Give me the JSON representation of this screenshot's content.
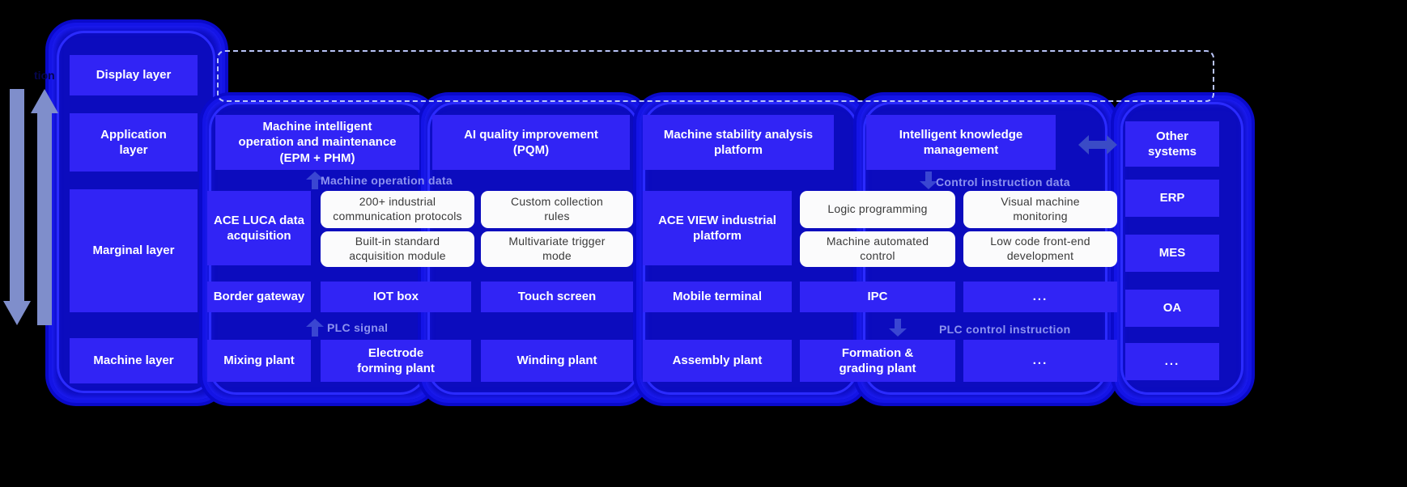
{
  "colors": {
    "background": "#000000",
    "cell_blue": "#3124f5",
    "shell_blue": "#0c0cbe",
    "shell_border": "#1414e6",
    "cell_white": "#fbfbfc",
    "band_label": "#8d93ef",
    "arrow_grey_blue": "#7f8ecb",
    "dashed_border": "#b9c4f7"
  },
  "left_axis": {
    "up_arrow_name": "up-flow-arrow",
    "down_arrow_name": "down-flow-arrow",
    "clipped_label": "tion"
  },
  "layers": [
    {
      "id": "display",
      "label": "Display layer"
    },
    {
      "id": "application",
      "label": "Application\nlayer"
    },
    {
      "id": "marginal",
      "label": "Marginal layer"
    },
    {
      "id": "machine",
      "label": "Machine layer"
    }
  ],
  "bands": [
    {
      "id": "machine-operation-data",
      "label": "Machine operation data"
    },
    {
      "id": "control-instruction-data",
      "label": "Control instruction data"
    },
    {
      "id": "plc-signal",
      "label": "PLC signal"
    },
    {
      "id": "plc-control-instruction",
      "label": "PLC control instruction"
    }
  ],
  "application_row": [
    {
      "id": "epm-phm",
      "label": "Machine intelligent\noperation and maintenance\n(EPM + PHM)"
    },
    {
      "id": "pqm",
      "label": "AI quality improvement\n(PQM)"
    },
    {
      "id": "stability",
      "label": "Machine stability analysis\nplatform"
    },
    {
      "id": "knowledge",
      "label": "Intelligent knowledge\nmanagement"
    }
  ],
  "marginal_row": {
    "ace_luca": "ACE LUCA data\nacquisition",
    "ace_view": "ACE VIEW industrial\nplatform",
    "left_white_cells": [
      "200+ industrial\ncommunication protocols",
      "Custom collection\nrules",
      "Built-in standard\nacquisition module",
      "Multivariate trigger\nmode"
    ],
    "right_white_cells": [
      "Logic programming",
      "Visual machine\nmonitoring",
      "Machine automated\ncontrol",
      "Low code front-end\ndevelopment"
    ]
  },
  "device_row": [
    {
      "id": "border-gateway",
      "label": "Border gateway"
    },
    {
      "id": "iot-box",
      "label": "IOT box"
    },
    {
      "id": "touch-screen",
      "label": "Touch screen"
    },
    {
      "id": "mobile-terminal",
      "label": "Mobile terminal"
    },
    {
      "id": "ipc",
      "label": "IPC"
    },
    {
      "id": "device-more",
      "label": "..."
    }
  ],
  "machine_row": [
    {
      "id": "mixing-plant",
      "label": "Mixing plant"
    },
    {
      "id": "electrode-plant",
      "label": "Electrode\nforming plant"
    },
    {
      "id": "winding-plant",
      "label": "Winding plant"
    },
    {
      "id": "assembly-plant",
      "label": "Assembly plant"
    },
    {
      "id": "formation-plant",
      "label": "Formation &\ngrading plant"
    },
    {
      "id": "machine-more",
      "label": "..."
    }
  ],
  "right_column": [
    {
      "id": "other-systems",
      "label": "Other\nsystems"
    },
    {
      "id": "erp",
      "label": "ERP"
    },
    {
      "id": "mes",
      "label": "MES"
    },
    {
      "id": "oa",
      "label": "OA"
    },
    {
      "id": "right-more",
      "label": "..."
    }
  ]
}
